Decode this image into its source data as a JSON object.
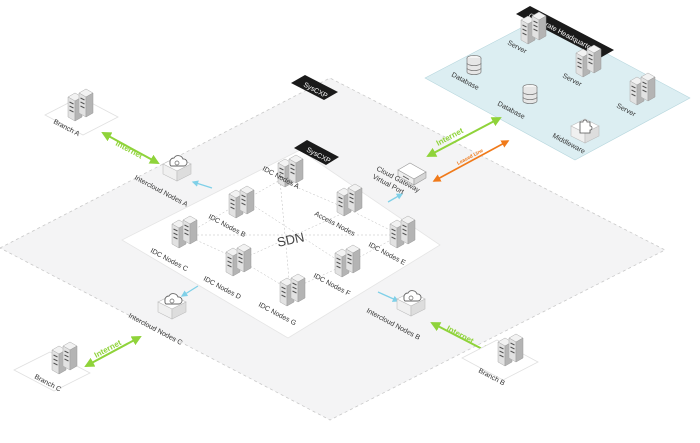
{
  "colors": {
    "page_background": "#ffffff",
    "outer_plane": "#f4f4f5",
    "outer_plane_border": "#c9c9c9",
    "inner_plane": "#ffffff",
    "hq_plane": "#dceef2",
    "tag_background": "#1a1a1a",
    "internet_link": "#8fd33a",
    "leased_line": "#f07a1a",
    "cloud_arrow": "#7fd0e8",
    "server_front": "#e2e2e2",
    "server_side": "#b4b4b4",
    "server_slot": "#555555"
  },
  "diagram": {
    "sdn_label": "SDN",
    "syscxp_outer_tag": "SysCXP",
    "syscxp_inner_tag": "SysCXP",
    "hq_tag": "Corporate Headquarters",
    "nodes": {
      "idc_a": "IDC Nodes A",
      "idc_b": "IDC Nodes B",
      "idc_c": "IDC Nodes C",
      "idc_d": "IDC Nodes D",
      "idc_e": "IDC Nodes E",
      "idc_f": "IDC Nodes F",
      "idc_g": "IDC Nodes G",
      "access": "Access Nodes",
      "interconnect_a": "Intercloud Nodes A",
      "interconnect_b": "Intercloud Nodes B",
      "interconnect_c": "Intercloud Nodes C",
      "gateway_line1": "Cloud Gateway",
      "gateway_line2": "Virtual Port"
    },
    "branches": {
      "a": "Branch A",
      "b": "Branch B",
      "c": "Branch C"
    },
    "hq_items": {
      "server_1": "Server",
      "server_2": "Server",
      "server_3": "Server",
      "database_1": "Database",
      "database_2": "Database",
      "middleware": "Middleware"
    },
    "links": {
      "internet_a": "Internet",
      "internet_b": "Internet",
      "internet_c": "Internet",
      "internet_hq": "Internet",
      "leased_line": "Leased Line"
    },
    "icons": {
      "server": "server-rack-icon",
      "database": "database-cylinder-icon",
      "middleware": "puzzle-icon",
      "intercloud": "cloud-icon",
      "gateway": "gateway-router-icon"
    }
  }
}
